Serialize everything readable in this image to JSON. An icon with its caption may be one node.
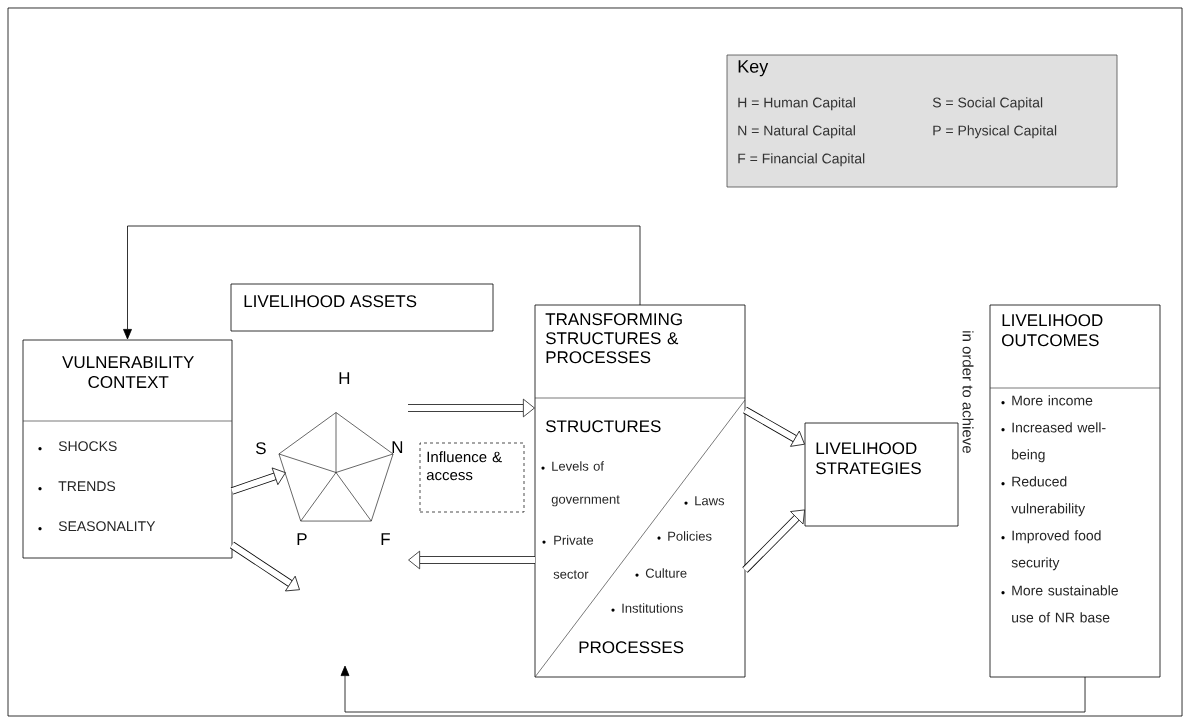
{
  "diagram": {
    "nodes": [
      {
        "text": [
          "Key",
          "H = Human Capital",
          "S = Social Capital",
          "N = Natural Capital",
          "P = Physical Capital",
          "F = Financial Capital"
        ]
      },
      {
        "text": [
          "VULNERABILITY CONTEXT",
          "SHOCKS",
          "TRENDS",
          "SEASONALITY"
        ]
      },
      {
        "text": [
          "LIVELIHOOD ASSETS"
        ]
      },
      {
        "text": [
          "H",
          "S",
          "N",
          "P",
          "F"
        ]
      },
      {
        "text": [
          "Influence & access"
        ]
      },
      {
        "text": [
          "TRANSFORMING STRUCTURES & PROCESSES",
          "STRUCTURES",
          "Levels of government",
          "Private sector",
          "Laws",
          "Policies",
          "Culture",
          "Institutions",
          "PROCESSES"
        ]
      },
      {
        "text": [
          "LIVELIHOOD STRATEGIES"
        ]
      },
      {
        "text": [
          "LIVELIHOOD OUTCOMES",
          "More income",
          "Increased well-being",
          "Reduced vulnerability",
          "Improved food security",
          "More sustainable use of NR base"
        ]
      }
    ],
    "edges": [
      {
        "from": 5,
        "to": 1,
        "arrow": "to"
      },
      {
        "from": 7,
        "to": null,
        "arrow": "to"
      },
      {
        "from": 1,
        "to": 3,
        "arrow": "to"
      },
      {
        "from": 1,
        "to": null,
        "arrow": "to"
      },
      {
        "from": 3,
        "to": 5,
        "arrow": "to"
      },
      {
        "from": 5,
        "to": 3,
        "arrow": "to"
      },
      {
        "from": 5,
        "to": 6,
        "arrow": "to"
      },
      {
        "from": 5,
        "to": 6,
        "arrow": "to"
      }
    ],
    "labels": [
      "in order to achieve"
    ]
  }
}
